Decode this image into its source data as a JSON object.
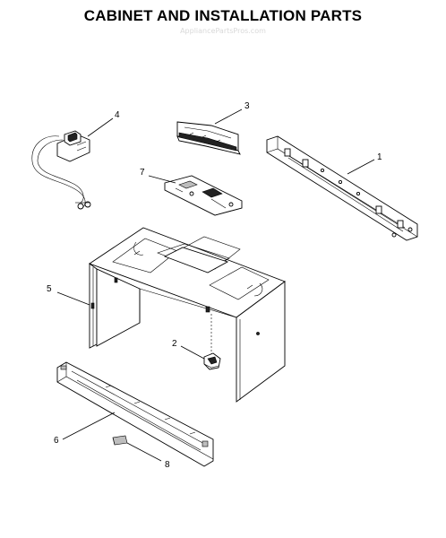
{
  "page": {
    "title": "CABINET AND INSTALLATION PARTS",
    "watermark": "AppliancePartsPros.com"
  },
  "callouts": [
    {
      "id": "1",
      "label": "1"
    },
    {
      "id": "2",
      "label": "2"
    },
    {
      "id": "3",
      "label": "3"
    },
    {
      "id": "4",
      "label": "4"
    },
    {
      "id": "5",
      "label": "5"
    },
    {
      "id": "6",
      "label": "6"
    },
    {
      "id": "7",
      "label": "7"
    },
    {
      "id": "8",
      "label": "8"
    }
  ]
}
